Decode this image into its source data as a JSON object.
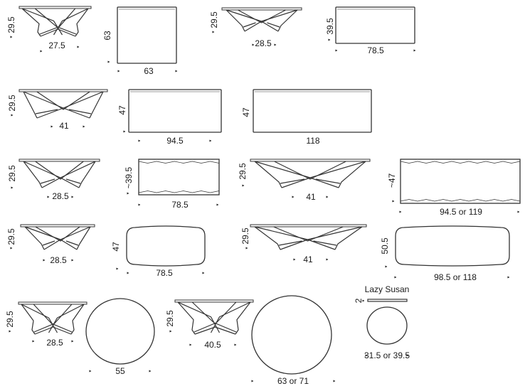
{
  "drawing": {
    "line_color": "#333333",
    "views": [
      {
        "id": "r1-side-a",
        "height": "29.5",
        "width": "27.5"
      },
      {
        "id": "r1-top-a",
        "depth": "63",
        "width": "63"
      },
      {
        "id": "r1-side-b",
        "height": "29.5",
        "width": "28.5"
      },
      {
        "id": "r1-top-b",
        "depth": "39.5",
        "width": "78.5"
      },
      {
        "id": "r2-side",
        "height": "29.5",
        "width": "41"
      },
      {
        "id": "r2-top-a",
        "depth": "47",
        "width": "94.5"
      },
      {
        "id": "r2-top-b",
        "depth": "47",
        "width": "118"
      },
      {
        "id": "r3-side-a",
        "height": "29.5",
        "width": "28.5"
      },
      {
        "id": "r3-top-a",
        "depth": "~39.5",
        "width": "78.5"
      },
      {
        "id": "r3-side-b",
        "height": "29.5",
        "width": "41"
      },
      {
        "id": "r3-top-b",
        "depth": "~47",
        "width": "94.5 or 119"
      },
      {
        "id": "r4-side-a",
        "height": "29.5",
        "width": "28.5"
      },
      {
        "id": "r4-top-a",
        "depth": "47",
        "width": "78.5"
      },
      {
        "id": "r4-side-b",
        "height": "29.5",
        "width": "41"
      },
      {
        "id": "r4-top-b",
        "depth": "50.5",
        "width": "98.5 or 118"
      },
      {
        "id": "r5-side-a",
        "height": "29.5",
        "width": "28.5"
      },
      {
        "id": "r5-top-a",
        "diameter": "55"
      },
      {
        "id": "r5-side-b",
        "height": "29.5",
        "width": "40.5"
      },
      {
        "id": "r5-top-b",
        "diameter": "63 or 71"
      },
      {
        "id": "lazy-susan",
        "title": "Lazy Susan",
        "thickness": "2",
        "diameter": "31.5 or 39.5"
      }
    ]
  }
}
